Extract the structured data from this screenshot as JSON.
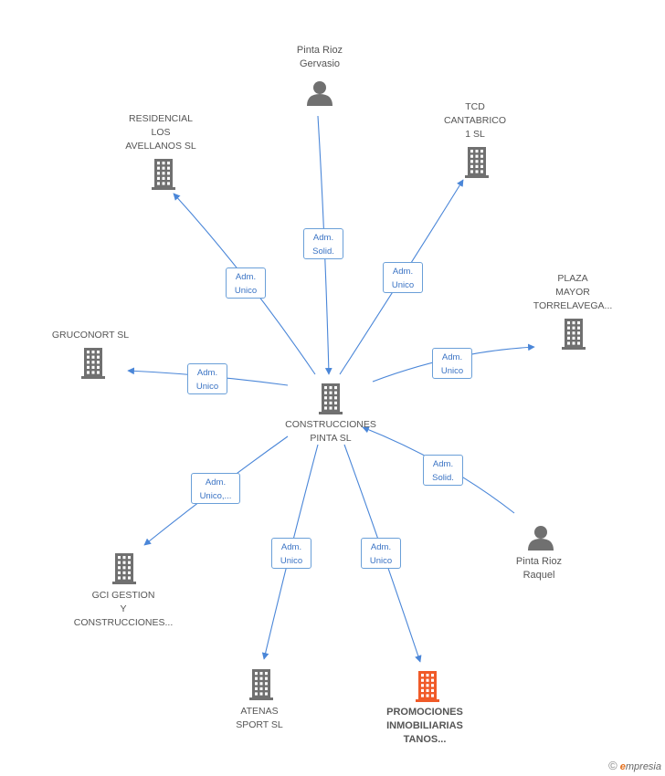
{
  "colors": {
    "edge": "#4a86d8",
    "company_icon": "#707070",
    "person_icon": "#707070",
    "highlight_icon": "#f05a28"
  },
  "nodes": [
    {
      "id": "center",
      "type": "company",
      "label": "CONSTRUCCIONES\nPINTA SL"
    },
    {
      "id": "gervasio",
      "type": "person",
      "label": "Pinta Rioz\nGervasio"
    },
    {
      "id": "residencial",
      "type": "company",
      "label": "RESIDENCIAL\nLOS\nAVELLANOS SL"
    },
    {
      "id": "tcd",
      "type": "company",
      "label": "TCD\nCANTABRICO\n1 SL"
    },
    {
      "id": "plaza",
      "type": "company",
      "label": "PLAZA\nMAYOR\nTORRELAVEGA..."
    },
    {
      "id": "gruconort",
      "type": "company",
      "label": "GRUCONORT SL"
    },
    {
      "id": "gci",
      "type": "company",
      "label": "GCI GESTION\nY\nCONSTRUCCIONES..."
    },
    {
      "id": "atenas",
      "type": "company",
      "label": "ATENAS\nSPORT SL"
    },
    {
      "id": "promociones",
      "type": "company",
      "label": "PROMOCIONES\nINMOBILIARIAS\nTANOS...",
      "highlight": true
    },
    {
      "id": "raquel",
      "type": "person",
      "label": "Pinta Rioz\nRaquel"
    }
  ],
  "edges": [
    {
      "id": "gervasio",
      "label": "Adm.\nSolid."
    },
    {
      "id": "residencial",
      "label": "Adm.\nUnico"
    },
    {
      "id": "tcd",
      "label": "Adm.\nUnico"
    },
    {
      "id": "plaza",
      "label": "Adm.\nUnico"
    },
    {
      "id": "gruconort",
      "label": "Adm.\nUnico"
    },
    {
      "id": "gci",
      "label": "Adm.\nUnico,..."
    },
    {
      "id": "atenas",
      "label": "Adm.\nUnico"
    },
    {
      "id": "promociones",
      "label": "Adm.\nUnico"
    },
    {
      "id": "raquel",
      "label": "Adm.\nSolid."
    }
  ],
  "footer": {
    "copyright": "©",
    "brand_initial": "e",
    "brand_rest": "mpresia"
  }
}
